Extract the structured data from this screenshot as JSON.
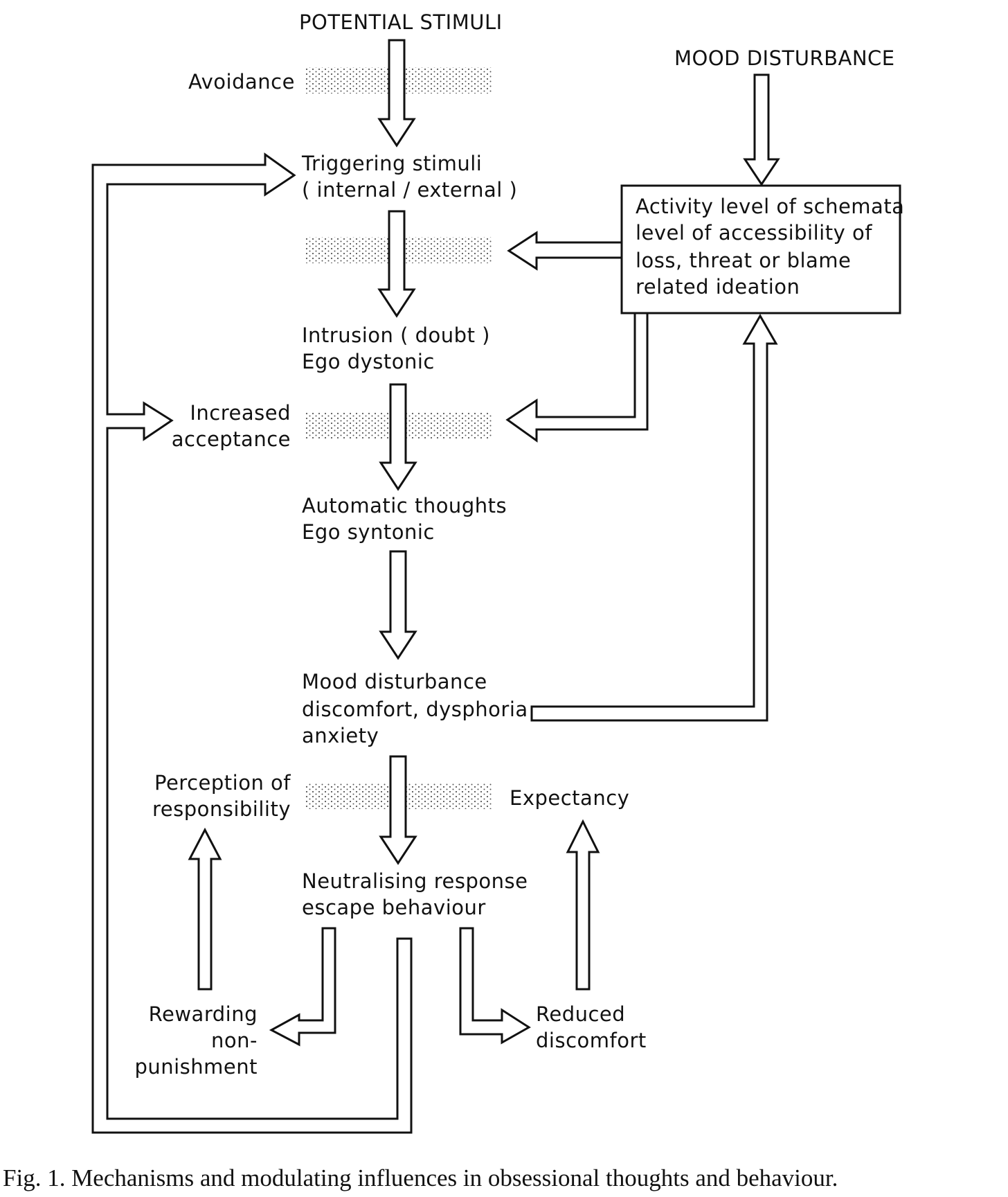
{
  "figure": {
    "caption": "Fig. 1. Mechanisms and modulating influences in obsessional thoughts and behaviour."
  },
  "nodes": {
    "potential_stimuli": "POTENTIAL STIMULI",
    "mood_disturbance_input": "MOOD DISTURBANCE",
    "avoidance": "Avoidance",
    "triggering_stimuli": [
      "Triggering stimuli",
      "( internal / external )"
    ],
    "schemata_box": [
      "Activity level of schemata",
      "level of accessibility of",
      "loss, threat or blame",
      "related ideation"
    ],
    "intrusion": [
      "Intrusion ( doubt )",
      "Ego dystonic"
    ],
    "increased_acceptance": [
      "Increased",
      "acceptance"
    ],
    "automatic_thoughts": [
      "Automatic thoughts",
      "Ego syntonic"
    ],
    "mood_disturbance": [
      "Mood disturbance",
      "discomfort, dysphoria",
      "anxiety"
    ],
    "perception_of_responsibility": [
      "Perception of",
      "responsibility"
    ],
    "expectancy": "Expectancy",
    "neutralising_response": [
      "Neutralising response",
      "escape behaviour"
    ],
    "rewarding_non_punishment": [
      "Rewarding",
      "non-",
      "punishment"
    ],
    "reduced_discomfort": [
      "Reduced",
      "discomfort"
    ]
  },
  "style": {
    "ink": "#111111",
    "paper": "#ffffff",
    "stipple": "#555555"
  }
}
